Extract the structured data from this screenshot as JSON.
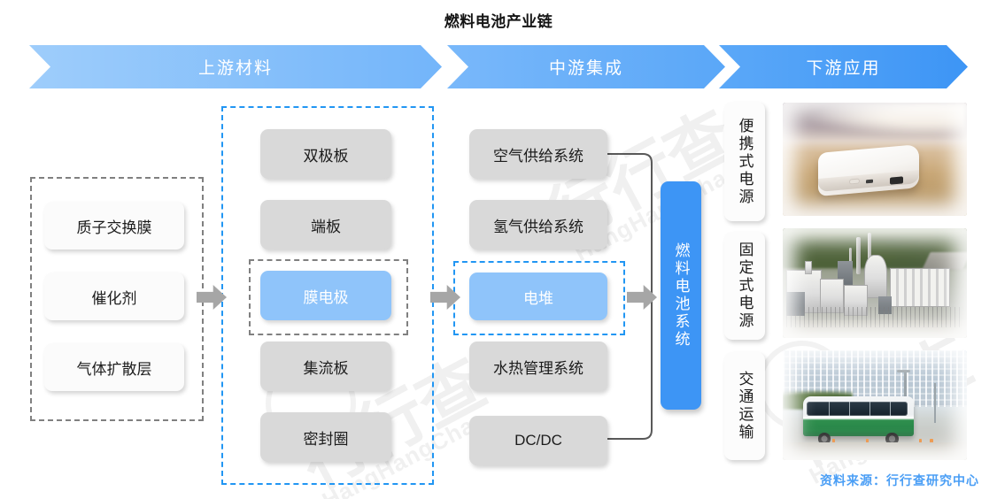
{
  "title": "燃料电池产业链",
  "stages": [
    {
      "label": "上游材料"
    },
    {
      "label": "中游集成"
    },
    {
      "label": "下游应用"
    }
  ],
  "upstream_materials": {
    "group_style": "grey-dashed",
    "items": [
      {
        "label": "质子交换膜"
      },
      {
        "label": "催化剂"
      },
      {
        "label": "气体扩散层"
      }
    ]
  },
  "upstream_components": {
    "group_style": "blue-dashed",
    "items": [
      {
        "label": "双极板",
        "highlight": false
      },
      {
        "label": "端板",
        "highlight": false
      },
      {
        "label": "膜电极",
        "highlight": true
      },
      {
        "label": "集流板",
        "highlight": false
      },
      {
        "label": "密封圈",
        "highlight": false
      }
    ]
  },
  "midstream_systems": {
    "items": [
      {
        "label": "空气供给系统",
        "highlight": false
      },
      {
        "label": "氢气供给系统",
        "highlight": false
      },
      {
        "label": "电堆",
        "highlight": true
      },
      {
        "label": "水热管理系统",
        "highlight": false
      },
      {
        "label": "DC/DC",
        "highlight": false
      }
    ]
  },
  "system_node": {
    "label": "燃料电池系统"
  },
  "downstream_applications": [
    {
      "label": "便携式电源",
      "photo": "portable-power-bank-on-desk"
    },
    {
      "label": "固定式电源",
      "photo": "stationary-power-plant"
    },
    {
      "label": "交通运输",
      "photo": "fuel-cell-city-bus"
    }
  ],
  "source_note": "资料来源：行行查研究中心",
  "watermark": {
    "cn": "行行查",
    "en": "HangHangCha"
  },
  "colors": {
    "chevron_light": "#9ecdfb",
    "chevron_dark": "#3d95f5",
    "node_grey": "#d9d9d9",
    "node_white": "#fbfbfb",
    "highlight_soft_blue": "#8fc4fa",
    "highlight_strong_blue": "#3d95f5",
    "arrow_grey": "#a6a6a6",
    "dash_grey": "#808080",
    "dash_blue": "#2196f3",
    "source_blue": "#4a9ef5"
  }
}
